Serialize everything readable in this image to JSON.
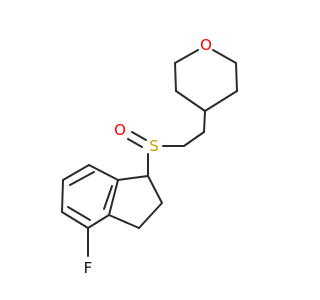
{
  "molecule": {
    "atoms": {
      "oxygen_ring": "O",
      "oxygen_sulfoxide": "O",
      "sulfur": "S",
      "fluorine": "F"
    },
    "colors": {
      "bond": "#2b2b2b",
      "oxygen": "#ff0000",
      "sulfur": "#c8a000",
      "fluorine": "#111111",
      "background": "#ffffff"
    }
  }
}
